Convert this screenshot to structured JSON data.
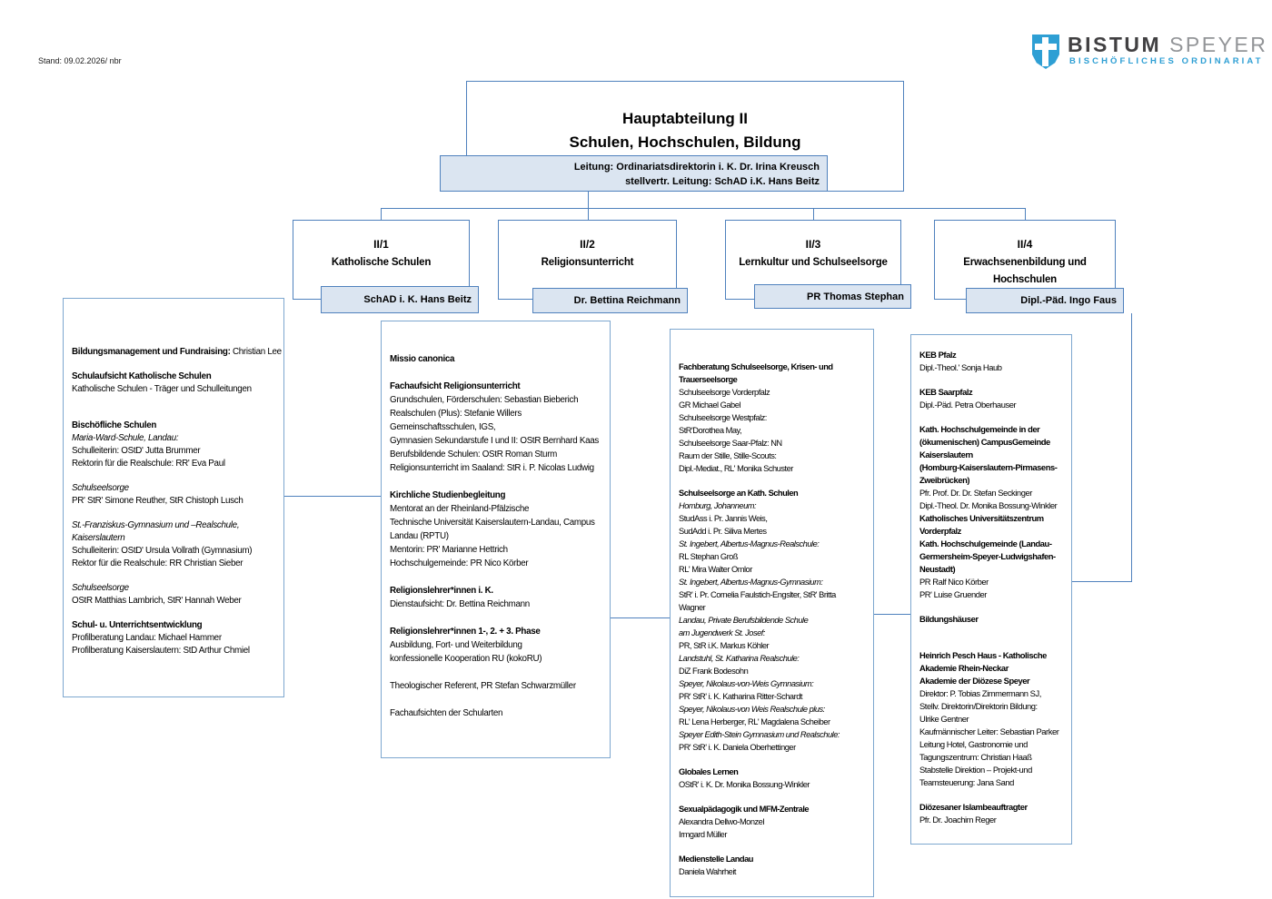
{
  "meta": {
    "stand_note": "Stand: 09.02.2026/ nbr"
  },
  "logo": {
    "brand_primary": "BISTUM",
    "brand_secondary": "SPEYER",
    "subtitle": "BISCHÖFLICHES ORDINARIAT",
    "shield_icon": "shield-with-cross",
    "shield_color": "#2e9fd4",
    "subtitle_color": "#2e9fd4"
  },
  "colors": {
    "box_border": "#4f81bd",
    "content_border": "#7da7cf",
    "label_fill": "#dbe5f1",
    "text": "#000000"
  },
  "root": {
    "title_line1": "Hauptabteilung II",
    "title_line2": "Schulen, Hochschulen, Bildung",
    "leadership_line1": "Leitung: Ordinariatsdirektorin i. K. Dr. Irina Kreusch",
    "leadership_line2": "stellvertr. Leitung: SchAD i.K. Hans Beitz"
  },
  "departments": [
    {
      "id": "II/1",
      "title": "Katholische Schulen",
      "head": "SchAD i. K. Hans Beitz",
      "lines": [
        {
          "s": "mix",
          "bp": "Bildungsmanagement und Fundraising:",
          "t": " Christian Lee"
        },
        {
          "s": "blank"
        },
        {
          "s": "b",
          "t": "Schulaufsicht Katholische Schulen"
        },
        {
          "s": "n",
          "t": "Katholische Schulen - Träger und Schulleitungen"
        },
        {
          "s": "blank"
        },
        {
          "s": "blank"
        },
        {
          "s": "b",
          "t": "Bischöfliche Schulen"
        },
        {
          "s": "i",
          "t": "Maria-Ward-Schule, Landau:"
        },
        {
          "s": "n",
          "t": "Schulleiterin: OStD' Jutta Brummer"
        },
        {
          "s": "n",
          "t": "Rektorin für die Realschule: RR' Eva Paul"
        },
        {
          "s": "blank"
        },
        {
          "s": "i",
          "t": "Schulseelsorge"
        },
        {
          "s": "n",
          "t": "PR' StR' Simone Reuther, StR Chistoph Lusch"
        },
        {
          "s": "blank"
        },
        {
          "s": "i",
          "t": "St.-Franziskus-Gymnasium und –Realschule,"
        },
        {
          "s": "i",
          "t": "Kaiserslautern"
        },
        {
          "s": "n",
          "t": "Schulleiterin: OStD' Ursula Vollrath (Gymnasium)"
        },
        {
          "s": "n",
          "t": "Rektor für die Realschule: RR Christian Sieber"
        },
        {
          "s": "blank"
        },
        {
          "s": "i",
          "t": "Schulseelsorge"
        },
        {
          "s": "n",
          "t": "OStR Matthias Lambrich, StR' Hannah Weber"
        },
        {
          "s": "blank"
        },
        {
          "s": "b",
          "t": "Schul- u. Unterrichtsentwicklung"
        },
        {
          "s": "n",
          "t": "Profilberatung Landau: Michael Hammer"
        },
        {
          "s": "n",
          "t": "Profilberatung Kaiserslautern: StD Arthur Chmiel"
        }
      ]
    },
    {
      "id": "II/2",
      "title": "Religionsunterricht",
      "head": "Dr. Bettina Reichmann",
      "lines": [
        {
          "s": "b",
          "t": "Missio canonica"
        },
        {
          "s": "blank"
        },
        {
          "s": "b",
          "t": "Fachaufsicht Religionsunterricht"
        },
        {
          "s": "n",
          "t": "Grundschulen, Förderschulen: Sebastian Bieberich"
        },
        {
          "s": "n",
          "t": "Realschulen (Plus): Stefanie Willers"
        },
        {
          "s": "n",
          "t": "Gemeinschaftsschulen, IGS,"
        },
        {
          "s": "n",
          "t": "Gymnasien Sekundarstufe  I und II: OStR Bernhard Kaas"
        },
        {
          "s": "n",
          "t": "Berufsbildende Schulen: OStR Roman Sturm"
        },
        {
          "s": "n",
          "t": "Religionsunterricht im Saaland: StR i. P. Nicolas Ludwig"
        },
        {
          "s": "blank"
        },
        {
          "s": "b",
          "t": "Kirchliche Studienbegleitung"
        },
        {
          "s": "n",
          "t": "Mentorat an der Rheinland-Pfälzische"
        },
        {
          "s": "n",
          "t": "Technische Universität Kaiserslautern-Landau, Campus"
        },
        {
          "s": "n",
          "t": "Landau  (RPTU)"
        },
        {
          "s": "n",
          "t": "Mentorin: PR' Marianne Hettrich"
        },
        {
          "s": "n",
          "t": "Hochschulgemeinde: PR Nico Körber"
        },
        {
          "s": "blank"
        },
        {
          "s": "b",
          "t": "Religionslehrer*innen i. K."
        },
        {
          "s": "n",
          "t": "Dienstaufsicht: Dr. Bettina Reichmann"
        },
        {
          "s": "blank"
        },
        {
          "s": "b",
          "t": "Religionslehrer*innen 1-, 2. + 3. Phase"
        },
        {
          "s": "n",
          "t": "Ausbildung, Fort- und Weiterbildung"
        },
        {
          "s": "n",
          "t": "konfessionelle Kooperation RU (kokoRU)"
        },
        {
          "s": "blank"
        },
        {
          "s": "n",
          "t": "Theologischer Referent, PR Stefan Schwarzmüller"
        },
        {
          "s": "blank"
        },
        {
          "s": "n",
          "t": "Fachaufsichten der Schularten"
        }
      ]
    },
    {
      "id": "II/3",
      "title": "Lernkultur und Schulseelsorge",
      "head": "PR Thomas Stephan",
      "lines": [
        {
          "s": "b",
          "t": "Fachberatung Schulseelsorge, Krisen- und"
        },
        {
          "s": "b",
          "t": "Trauerseelsorge"
        },
        {
          "s": "n",
          "t": "Schulseelsorge Vorderpfalz"
        },
        {
          "s": "n",
          "t": " GR Michael Gabel"
        },
        {
          "s": "n",
          "t": "Schulseelsorge Westpfalz:"
        },
        {
          "s": "n",
          "t": "StR'Dorothea May,"
        },
        {
          "s": "n",
          "t": "Schulseelsorge Saar-Pfalz: NN"
        },
        {
          "s": "n",
          "t": "Raum der Stille, Stille-Scouts:"
        },
        {
          "s": "n",
          "t": "Dipl.-Mediat., RL' Monika Schuster"
        },
        {
          "s": "blank"
        },
        {
          "s": "b",
          "t": "Schulseelsorge an Kath. Schulen"
        },
        {
          "s": "i",
          "t": "Homburg, Johanneum:"
        },
        {
          "s": "n",
          "t": "StudAss i. Pr. Jannis Weis,"
        },
        {
          "s": "n",
          "t": "SudAdd i. Pr. Siliva Mertes"
        },
        {
          "s": "i",
          "t": "St. Ingebert, Albertus-Magnus-Realschule:"
        },
        {
          "s": "n",
          "t": "RL Stephan Groß"
        },
        {
          "s": "n",
          "t": "RL' Mira Walter Omlor"
        },
        {
          "s": "i",
          "t": "St. Ingebert, Albertus-Magnus-Gymnasium:"
        },
        {
          "s": "n",
          "t": "StR' i. Pr. Cornelia Faulstich-Engslter, StR' Britta"
        },
        {
          "s": "n",
          "t": "Wagner"
        },
        {
          "s": "i",
          "t": "Landau,  Private Berufsbildende Schule"
        },
        {
          "s": "i",
          "t": "am Jugendwerk St. Josef:"
        },
        {
          "s": "n",
          "t": "PR, StR i.K. Markus Köhler"
        },
        {
          "s": "i",
          "t": "Landstuhl, St. Katharina Realschule:"
        },
        {
          "s": "n",
          "t": "DiZ Frank Bodesohn"
        },
        {
          "s": "i",
          "t": "Speyer, Nikolaus-von-Weis Gymnasium:"
        },
        {
          "s": "n",
          "t": "PR' StR' i. K. Katharina Ritter-Schardt"
        },
        {
          "s": "i",
          "t": "Speyer, Nikolaus-von Weis Realschule plus:"
        },
        {
          "s": "n",
          "t": "RL' Lena Herberger, RL' Magdalena Scheiber"
        },
        {
          "s": "i",
          "t": "Speyer Edith-Stein Gymnasium und Realschule:"
        },
        {
          "s": "n",
          "t": "PR' StR' i. K. Daniela Oberhettinger"
        },
        {
          "s": "blank"
        },
        {
          "s": "b",
          "t": "Globales Lernen"
        },
        {
          "s": "n",
          "t": "OStR' i. K. Dr. Monika Bossung-Winkler"
        },
        {
          "s": "blank"
        },
        {
          "s": "b",
          "t": "Sexualpädagogik und MFM-Zentrale"
        },
        {
          "s": "n",
          "t": "Alexandra Dellwo-Monzel"
        },
        {
          "s": "n",
          "t": "Irmgard Müller"
        },
        {
          "s": "blank"
        },
        {
          "s": "b",
          "t": "Medienstelle Landau"
        },
        {
          "s": "n",
          "t": "Daniela Wahrheit"
        }
      ]
    },
    {
      "id": "II/4",
      "title": "Erwachsenenbildung und Hochschulen",
      "head": "Dipl.-Päd. Ingo Faus",
      "lines": [
        {
          "s": "b",
          "t": "KEB Pfalz"
        },
        {
          "s": "n",
          "t": "Dipl.-Theol.' Sonja Haub"
        },
        {
          "s": "blank"
        },
        {
          "s": "b",
          "t": "KEB Saarpfalz"
        },
        {
          "s": "n",
          "t": "Dipl.-Päd. Petra Oberhauser"
        },
        {
          "s": "blank"
        },
        {
          "s": "b",
          "t": "Kath. Hochschulgemeinde in der"
        },
        {
          "s": "b",
          "t": "(ökumenischen) CampusGemeinde"
        },
        {
          "s": "b",
          "t": "Kaiserslautern"
        },
        {
          "s": "b",
          "t": " (Homburg-Kaiserslautern-Pirmasens-"
        },
        {
          "s": "b",
          "t": "Zweibrücken)"
        },
        {
          "s": "n",
          "t": "Pfr. Prof. Dr. Dr. Stefan Seckinger"
        },
        {
          "s": "n",
          "t": "Dipl.-Theol. Dr. Monika Bossung-Winkler"
        },
        {
          "s": "b",
          "t": "Katholisches Universitätszentrum"
        },
        {
          "s": "b",
          "t": "Vorderpfalz"
        },
        {
          "s": "b",
          "t": "Kath. Hochschulgemeinde (Landau-"
        },
        {
          "s": "b",
          "t": "Germersheim-Speyer-Ludwigshafen-"
        },
        {
          "s": "b",
          "t": "Neustadt)"
        },
        {
          "s": "n",
          "t": "PR Ralf Nico Körber"
        },
        {
          "s": "n",
          "t": "PR' Luise Gruender"
        },
        {
          "s": "blank"
        },
        {
          "s": "b",
          "t": "Bildungshäuser"
        },
        {
          "s": "blank"
        },
        {
          "s": "blank"
        },
        {
          "s": "b",
          "t": "Heinrich Pesch Haus - Katholische"
        },
        {
          "s": "b",
          "t": "Akademie Rhein-Neckar"
        },
        {
          "s": "b",
          "t": "Akademie der Diözese Speyer"
        },
        {
          "s": "n",
          "t": "Direktor:  P. Tobias Zimmermann SJ,"
        },
        {
          "s": "n",
          "t": "Stellv. Direktorin/Direktorin Bildung:"
        },
        {
          "s": "n",
          "t": "Ulrike Gentner"
        },
        {
          "s": "n",
          "t": "Kaufmännischer Leiter: Sebastian Parker"
        },
        {
          "s": "n",
          "t": "Leitung Hotel, Gastronomie und"
        },
        {
          "s": "n",
          "t": "Tagungszentrum: Christian Haaß"
        },
        {
          "s": "n",
          "t": "Stabstelle Direktion – Projekt-und"
        },
        {
          "s": "n",
          "t": "Teamsteuerung: Jana Sand"
        },
        {
          "s": "blank"
        },
        {
          "s": "b",
          "t": "Diözesaner Islambeauftragter"
        },
        {
          "s": "n",
          "t": "Pfr. Dr. Joachim Reger"
        }
      ]
    }
  ]
}
